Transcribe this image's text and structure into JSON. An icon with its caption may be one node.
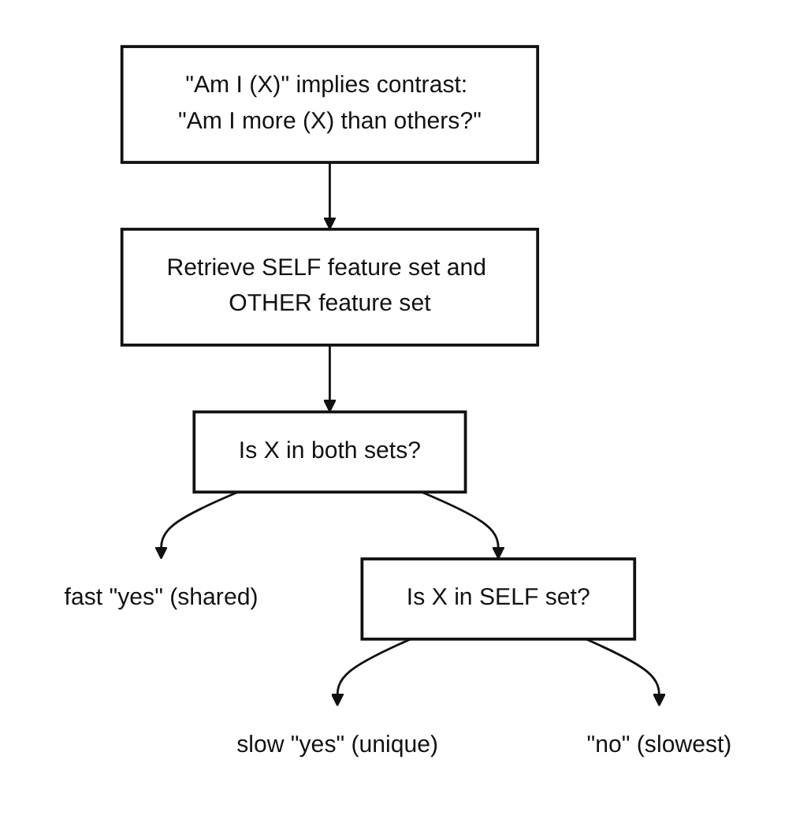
{
  "diagram": {
    "nodes": [
      {
        "text": [
          "\"Am I (X)\" implies contrast: \"Am I more (X) than others?\""
        ]
      },
      {
        "text": [
          "Retrieve SELF feature set and OTHER feature set"
        ]
      },
      {
        "text": [
          "Is X in both sets?"
        ]
      },
      {
        "text": [
          "fast \"yes\" (shared)"
        ]
      },
      {
        "text": [
          "Is X in SELF set?"
        ]
      },
      {
        "text": [
          "slow \"yes\" (unique)"
        ]
      },
      {
        "text": [
          "\"no\" (slowest)"
        ]
      }
    ],
    "edges": [
      {
        "from": 0,
        "to": 1,
        "arrow": "to"
      },
      {
        "from": 1,
        "to": 2,
        "arrow": "to"
      },
      {
        "from": 2,
        "to": 3,
        "arrow": "to"
      },
      {
        "from": 2,
        "to": 4,
        "arrow": "to"
      },
      {
        "from": 4,
        "to": 5,
        "arrow": "to"
      },
      {
        "from": 4,
        "to": 6,
        "arrow": "to"
      }
    ]
  }
}
